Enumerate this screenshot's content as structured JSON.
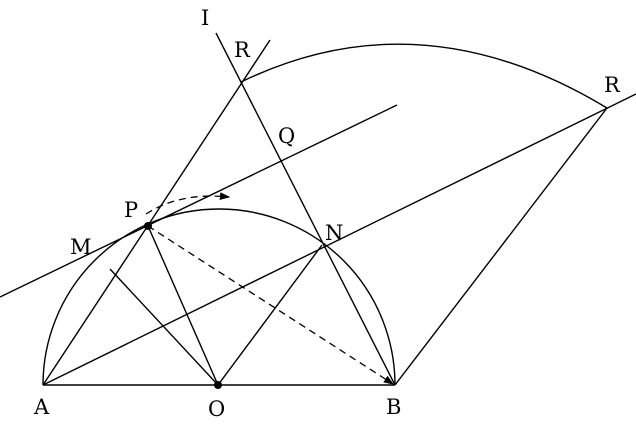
{
  "title": "Geometric construction on semicircle AB with center O",
  "labels": {
    "A": "A",
    "O": "O",
    "B": "B",
    "P": "P",
    "M": "M",
    "N": "N",
    "Q": "Q",
    "R_top": "R",
    "R_right": "R",
    "I": "I"
  },
  "colors": {
    "stroke": "#000000",
    "background": "#ffffff"
  }
}
